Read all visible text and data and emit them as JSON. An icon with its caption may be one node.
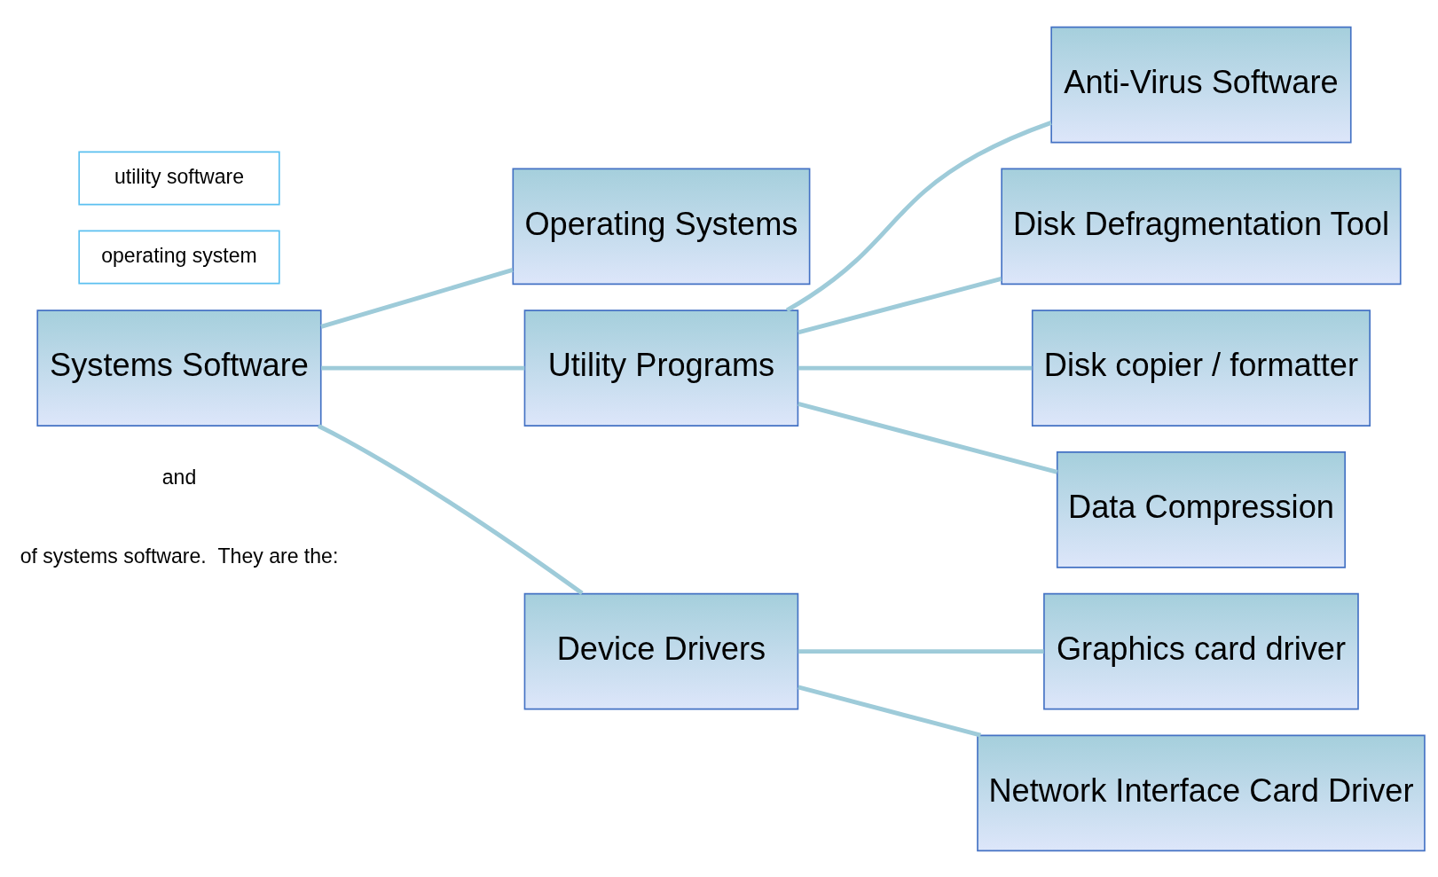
{
  "diagram": {
    "nodes": [
      {
        "text": [
          "Systems Software"
        ]
      },
      {
        "text": [
          "Operating Systems"
        ]
      },
      {
        "text": [
          "Utility Programs"
        ]
      },
      {
        "text": [
          "Device Drivers"
        ]
      },
      {
        "text": [
          "Anti-Virus Software"
        ]
      },
      {
        "text": [
          "Disk Defragmentation Tool"
        ]
      },
      {
        "text": [
          "Disk copier / formatter"
        ]
      },
      {
        "text": [
          "Data Compression"
        ]
      },
      {
        "text": [
          "Graphics card driver"
        ]
      },
      {
        "text": [
          "Network Interface Card Driver"
        ]
      },
      {
        "text": [
          "operating system"
        ]
      },
      {
        "text": [
          "utility software"
        ]
      }
    ],
    "edges": [
      {
        "from": 0,
        "to": 1,
        "arrow": "none"
      },
      {
        "from": 0,
        "to": 2,
        "arrow": "none"
      },
      {
        "from": 0,
        "to": 3,
        "arrow": "none"
      },
      {
        "from": 2,
        "to": 4,
        "arrow": "none"
      },
      {
        "from": 2,
        "to": 5,
        "arrow": "none"
      },
      {
        "from": 2,
        "to": 6,
        "arrow": "none"
      },
      {
        "from": 2,
        "to": 7,
        "arrow": "none"
      },
      {
        "from": 3,
        "to": 8,
        "arrow": "none"
      },
      {
        "from": 3,
        "to": 9,
        "arrow": "none"
      }
    ],
    "labels": [
      "of systems software.  They are the:",
      "and"
    ]
  }
}
